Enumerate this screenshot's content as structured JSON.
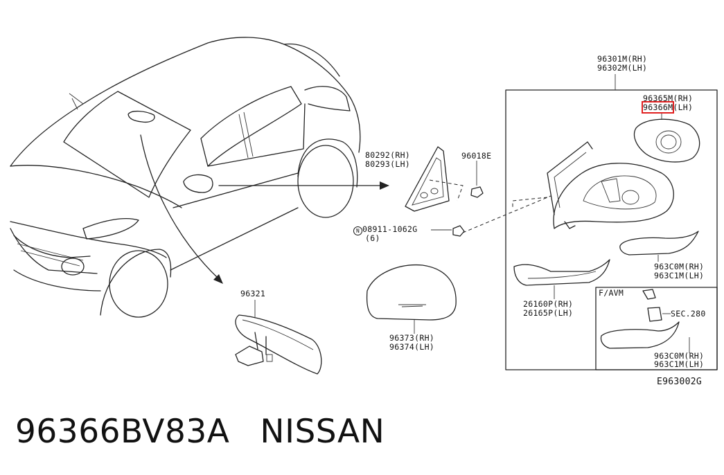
{
  "labels": {
    "mirror_assy_rh": "96301M(RH)",
    "mirror_assy_lh": "96302M(LH)",
    "glass_rh": "96365M(RH)",
    "glass_lh_part": "96366M",
    "glass_lh_side": "(LH)",
    "corner_rh": "80292(RH)",
    "corner_lh": "80293(LH)",
    "grommet": "96018E",
    "nut": "08911-1062G",
    "nut_qty": "(6)",
    "inner_mirror": "96321",
    "cover_rh": "96373(RH)",
    "cover_lh": "96374(LH)",
    "lamp_rh": "26160P(RH)",
    "lamp_lh": "26165P(LH)",
    "lamp_cover_rh": "963C0M(RH)",
    "lamp_cover_lh": "963C1M(LH)",
    "avm_title": "F/AVM",
    "sec_ref": "SEC.280",
    "avm_cover_rh": "963C0M(RH)",
    "avm_cover_lh": "963C1M(LH)",
    "diagram_code": "E963002G"
  },
  "caption": {
    "part_number": "96366BV83A",
    "brand": "NISSAN"
  },
  "colors": {
    "line": "#222222",
    "highlight": "#e02020",
    "background": "#ffffff"
  }
}
